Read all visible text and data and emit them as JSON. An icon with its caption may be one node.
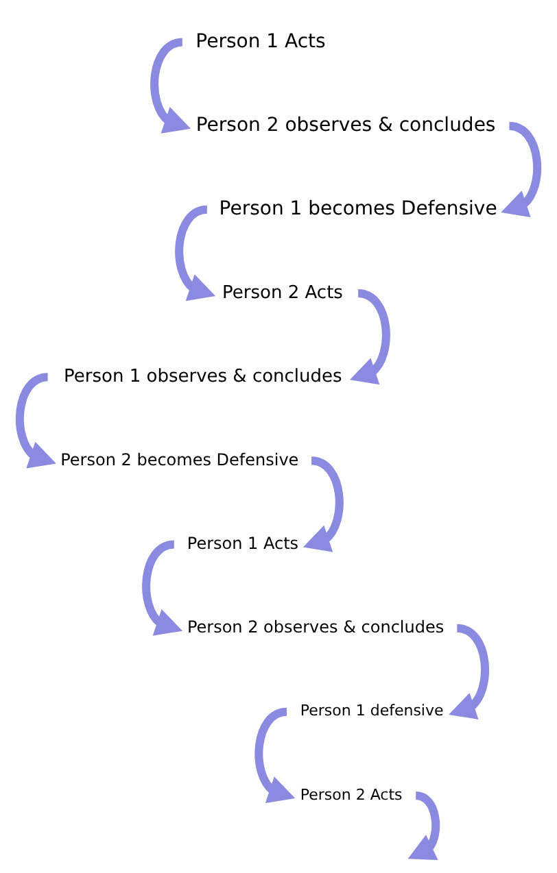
{
  "diagram": {
    "nodes": [
      {
        "text": [
          "Person 1 Acts"
        ]
      },
      {
        "text": [
          "Person 2 observes & concludes"
        ]
      },
      {
        "text": [
          "Person 1 becomes Defensive"
        ]
      },
      {
        "text": [
          "Person 2 Acts"
        ]
      },
      {
        "text": [
          "Person 1 observes & concludes"
        ]
      },
      {
        "text": [
          "Person 2 becomes Defensive"
        ]
      },
      {
        "text": [
          "Person 1 Acts"
        ]
      },
      {
        "text": [
          "Person 2 observes & concludes"
        ]
      },
      {
        "text": [
          "Person 1 defensive"
        ]
      },
      {
        "text": [
          "Person 2 Acts"
        ]
      }
    ],
    "edges": [
      {
        "from": 0,
        "to": 1,
        "arrow": "to"
      },
      {
        "from": 1,
        "to": 2,
        "arrow": "to"
      },
      {
        "from": 2,
        "to": 3,
        "arrow": "to"
      },
      {
        "from": 3,
        "to": 4,
        "arrow": "to"
      },
      {
        "from": 4,
        "to": 5,
        "arrow": "to"
      },
      {
        "from": 5,
        "to": 6,
        "arrow": "to"
      },
      {
        "from": 6,
        "to": 7,
        "arrow": "to"
      },
      {
        "from": 7,
        "to": 8,
        "arrow": "to"
      },
      {
        "from": 8,
        "to": 9,
        "arrow": "to"
      },
      {
        "from": 9,
        "to": null,
        "arrow": "to"
      }
    ]
  }
}
